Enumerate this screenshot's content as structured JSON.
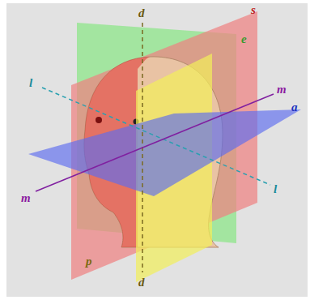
{
  "diagram": {
    "labels": [
      "d",
      "s",
      "e",
      "l",
      "m",
      "a",
      "l",
      "m",
      "p",
      "d"
    ]
  }
}
